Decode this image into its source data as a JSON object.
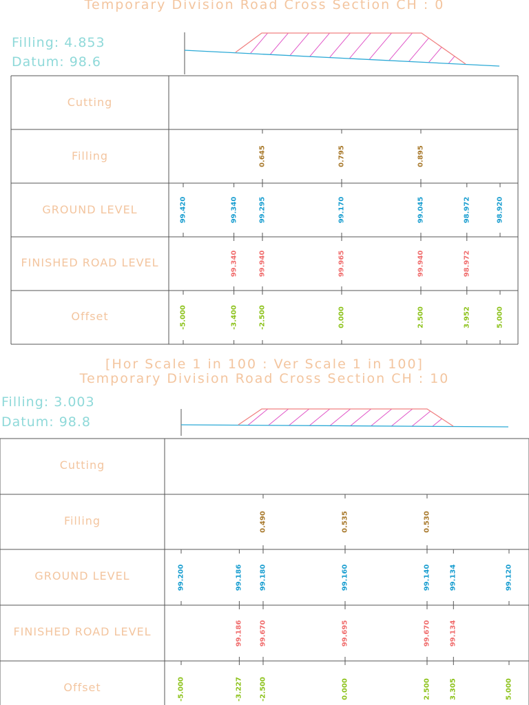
{
  "sections": [
    {
      "title": "Temporary Division Road    Cross Section CH : 0",
      "filling_label": "Filling: 4.853",
      "datum_label": "Datum: 98.6",
      "scale_label": "[Hor Scale    1 in 100 : Ver Scale    1 in 100]",
      "row_labels": [
        "Cutting",
        "Filling",
        "GROUND LEVEL",
        "FINISHED ROAD LEVEL",
        "Offset"
      ],
      "offsets": [
        -5.0,
        -3.4,
        -2.5,
        0.0,
        2.5,
        3.952,
        5.0
      ],
      "filling": [
        null,
        null,
        "0.645",
        "0.795",
        "0.895",
        null,
        null
      ],
      "ground": [
        "99.420",
        "99.340",
        "99.295",
        "99.170",
        "99.045",
        "98.972",
        "98.920"
      ],
      "finished": [
        null,
        "99.340",
        "99.940",
        "99.965",
        "99.940",
        "98.972",
        null
      ],
      "offset_text": [
        "-5.000",
        "-3.400",
        "-2.500",
        "0.000",
        "2.500",
        "3.952",
        "5.000"
      ]
    },
    {
      "title": "Temporary Division Road    Cross Section CH : 10",
      "filling_label": "Filling: 3.003",
      "datum_label": "Datum: 98.8",
      "row_labels": [
        "Cutting",
        "Filling",
        "GROUND LEVEL",
        "FINISHED ROAD LEVEL",
        "Offset"
      ],
      "offsets": [
        -5.0,
        -3.227,
        -2.5,
        0.0,
        2.5,
        3.305,
        5.0
      ],
      "filling": [
        null,
        null,
        "0.490",
        "0.535",
        "0.530",
        null,
        null
      ],
      "ground": [
        "99.200",
        "99.186",
        "99.180",
        "99.160",
        "99.140",
        "99.134",
        "99.120"
      ],
      "finished": [
        null,
        "99.186",
        "99.670",
        "99.695",
        "99.670",
        "99.134",
        null
      ],
      "offset_text": [
        "-5.000",
        "-3.227",
        "-2.500",
        "0.000",
        "2.500",
        "3.305",
        "5.000"
      ]
    }
  ],
  "colors": {
    "grid": "#555555",
    "ground_line": "#2aa9d6",
    "road": "#f08080",
    "hatch": "#e056c8",
    "filling_text": "#a8792c",
    "ground_text": "#1a9ed0",
    "finished_text": "#f06e6e",
    "offset_text": "#8cc21a"
  }
}
